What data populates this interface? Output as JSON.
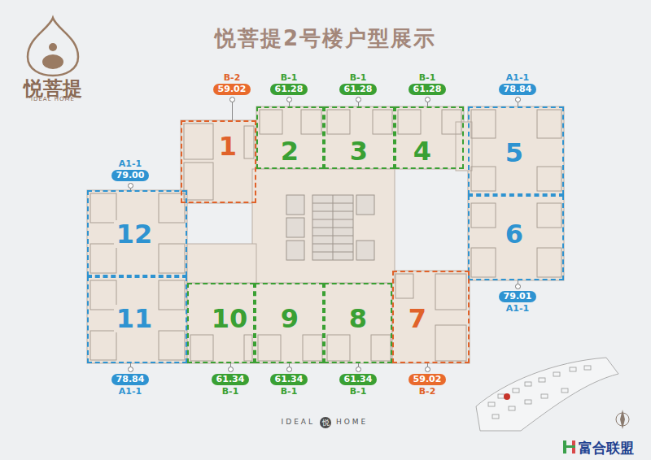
{
  "diagram": {
    "title": "悦菩提2号楼户型展示",
    "nodes": [
      {
        "text": [
          "B-2",
          "59.02",
          "1"
        ]
      },
      {
        "text": [
          "B-1",
          "61.28",
          "2"
        ]
      },
      {
        "text": [
          "B-1",
          "61.28",
          "3"
        ]
      },
      {
        "text": [
          "B-1",
          "61.28",
          "4"
        ]
      },
      {
        "text": [
          "A1-1",
          "78.84",
          "5"
        ]
      },
      {
        "text": [
          "A1-1",
          "79.00",
          "12"
        ]
      },
      {
        "text": [
          "6",
          "79.01",
          "A1-1"
        ]
      },
      {
        "text": [
          "11",
          "78.84",
          "A1-1"
        ]
      },
      {
        "text": [
          "10",
          "61.34",
          "B-1"
        ]
      },
      {
        "text": [
          "9",
          "61.34",
          "B-1"
        ]
      },
      {
        "text": [
          "8",
          "61.34",
          "B-1"
        ]
      },
      {
        "text": [
          "7",
          "59.02",
          "B-2"
        ]
      }
    ],
    "labels": [
      "悦菩提",
      "IDEAL HOME",
      "IDEAL",
      "悦",
      "HOME",
      "富合联盟"
    ]
  }
}
